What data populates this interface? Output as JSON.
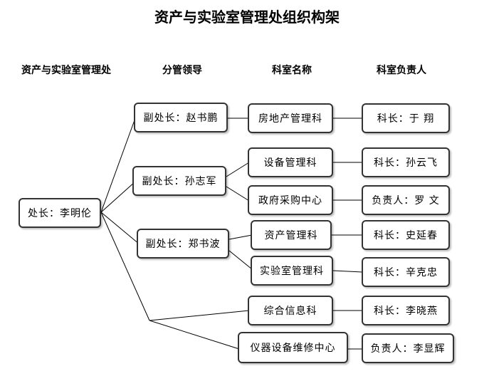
{
  "title": "资产与实验室管理处组织构架",
  "columns": {
    "office": "资产与实验室管理处",
    "leaders": "分管领导",
    "departments": "科室名称",
    "heads": "科室负责人"
  },
  "director": "处长：李明伦",
  "deputies": [
    "副处长：赵书鹏",
    "副处长：孙志军",
    "副处长：郑书波"
  ],
  "departments": [
    "房地产管理科",
    "设备管理科",
    "政府采购中心",
    "资产管理科",
    "实验室管理科",
    "综合信息科",
    "仪器设备维修中心"
  ],
  "heads": [
    "科长：于  翔",
    "科长：孙云飞",
    "负责人：罗  文",
    "科长：史延春",
    "科长：辛克忠",
    "科长：李晓燕",
    "负责人：李显辉"
  ]
}
